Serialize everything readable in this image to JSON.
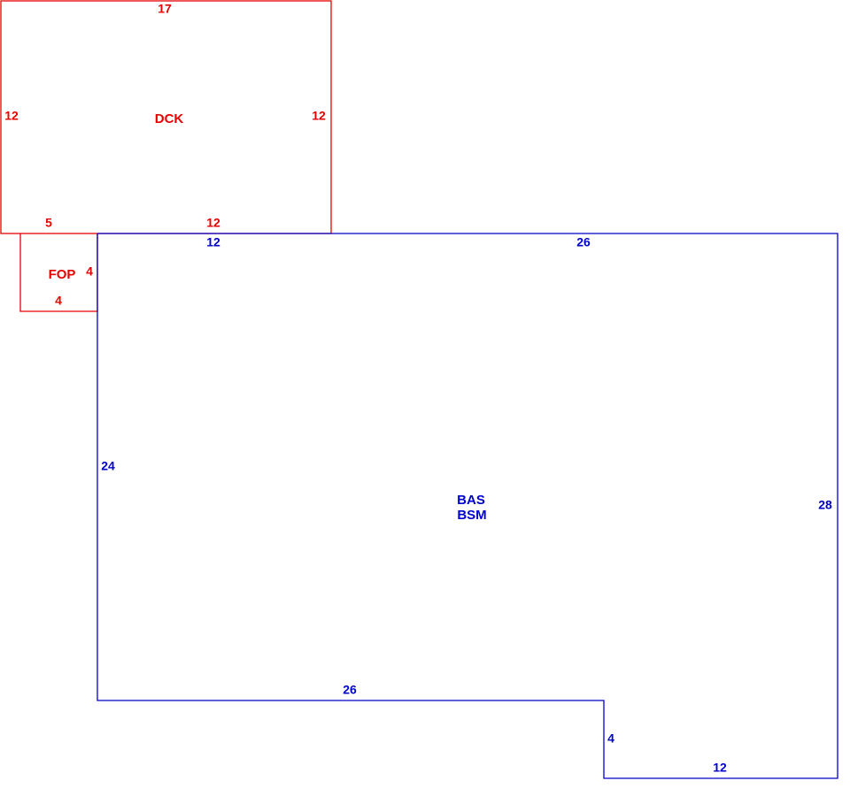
{
  "colors": {
    "red": "#e60000",
    "blue": "#0000cc"
  },
  "areas": {
    "dck": {
      "code": "DCK",
      "dims": {
        "top": "17",
        "left": "12",
        "right": "12",
        "bottom_a": "5",
        "bottom_b": "12"
      }
    },
    "fop": {
      "code": "FOP",
      "dims": {
        "right": "4",
        "bottom": "4"
      }
    },
    "bas": {
      "codes": [
        "BAS",
        "BSM"
      ],
      "dims": {
        "top_a": "12",
        "top_b": "26",
        "left": "24",
        "right": "28",
        "bottom": "26",
        "step": "4",
        "bottom_right": "12"
      }
    }
  }
}
